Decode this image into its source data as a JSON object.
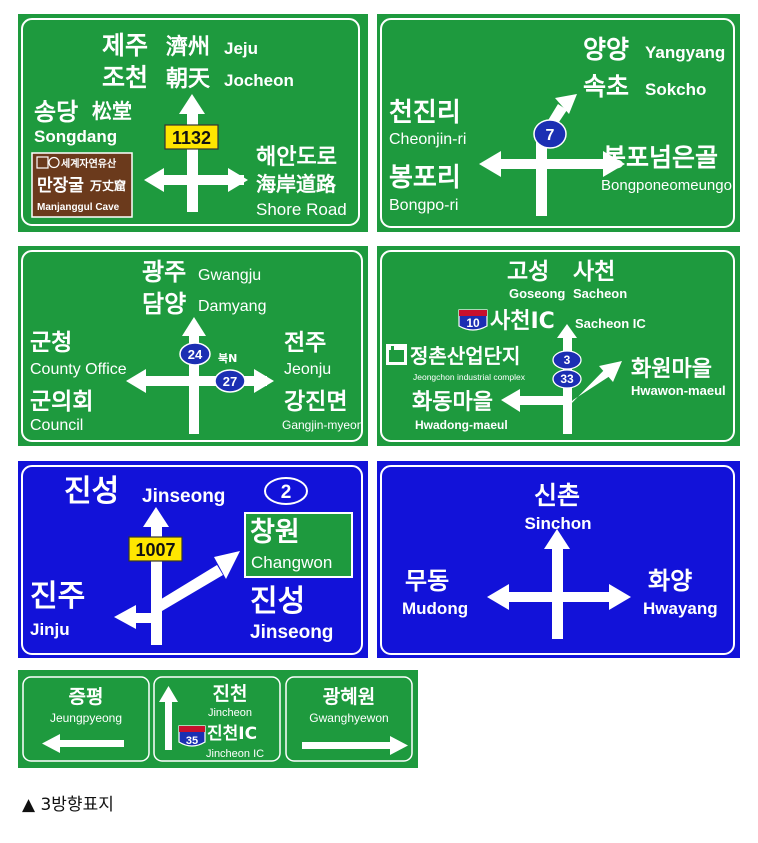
{
  "colors": {
    "green": "#1e9a3e",
    "blue": "#1212d9",
    "route_yellow": "#ffe600",
    "brown": "#6b3a1c",
    "route_blue": "#1b2fb3",
    "interstate_red": "#c8102e"
  },
  "sign1": {
    "top_line1_ko": "제주",
    "top_line1_hanja": "濟州",
    "top_line1_en": "Jeju",
    "top_line2_ko": "조천",
    "top_line2_hanja": "朝天",
    "top_line2_en": "Jocheon",
    "left_ko": "송당",
    "left_hanja": "松堂",
    "left_en": "Songdang",
    "route": "1132",
    "box_heritage": "세계자연유산",
    "box_ko": "만장굴",
    "box_hanja": "万丈窟",
    "box_en": "Manjanggul Cave",
    "heritage_icon": "heritage-icon",
    "right_ko": "해안도로",
    "right_hanja": "海岸道路",
    "right_en": "Shore Road"
  },
  "sign2": {
    "top_line1_ko": "양양",
    "top_line1_en": "Yangyang",
    "top_line2_ko": "속초",
    "top_line2_en": "Sokcho",
    "left_line1_ko": "천진리",
    "left_line1_en": "Cheonjin-ri",
    "left_line2_ko": "봉포리",
    "left_line2_en": "Bongpo-ri",
    "route": "7",
    "right_ko": "봉포넘은골",
    "right_en": "Bongponeomeungol"
  },
  "sign3": {
    "top_line1_ko": "광주",
    "top_line1_en": "Gwangju",
    "top_line2_ko": "담양",
    "top_line2_en": "Damyang",
    "left_line1_ko": "군청",
    "left_line1_en": "County Office",
    "left_line2_ko": "군의회",
    "left_line2_en": "Council",
    "route1": "24",
    "route2": "27",
    "route_note": "북N",
    "right_line1_ko": "전주",
    "right_line1_en": "Jeonju",
    "right_line2_ko": "강진면",
    "right_line2_en": "Gangjin-myeon"
  },
  "sign4": {
    "top_ko1": "고성",
    "top_ko2": "사천",
    "top_en1": "Goseong",
    "top_en2": "Sacheon",
    "ic_shield": "10",
    "ic_ko": "사천IC",
    "ic_en": "Sacheon IC",
    "left_line1_ko": "정촌산업단지",
    "left_line1_en": "Jeongchon industrial complex",
    "factory_icon": "factory-icon",
    "left_line2_ko": "화동마을",
    "left_line2_en": "Hwadong-maeul",
    "route1": "3",
    "route2": "33",
    "right_ko": "화원마을",
    "right_en": "Hwawon-maeul"
  },
  "sign5": {
    "top_ko": "진성",
    "top_en": "Jinseong",
    "circle_num": "2",
    "route": "1007",
    "box_ko": "창원",
    "box_en": "Changwon",
    "left_ko": "진주",
    "left_en": "Jinju",
    "right_ko": "진성",
    "right_en": "Jinseong"
  },
  "sign6": {
    "top_ko": "신촌",
    "top_en": "Sinchon",
    "left_ko": "무동",
    "left_en": "Mudong",
    "right_ko": "화양",
    "right_en": "Hwayang"
  },
  "sign7": {
    "left_ko": "증평",
    "left_en": "Jeungpyeong",
    "mid_ko": "진천",
    "mid_en": "Jincheon",
    "mid_shield": "35",
    "mid_ic_ko": "진천IC",
    "mid_ic_en": "Jincheon IC",
    "right_ko": "광혜원",
    "right_en": "Gwanghyewon"
  },
  "caption": "▲ 3방향표지"
}
